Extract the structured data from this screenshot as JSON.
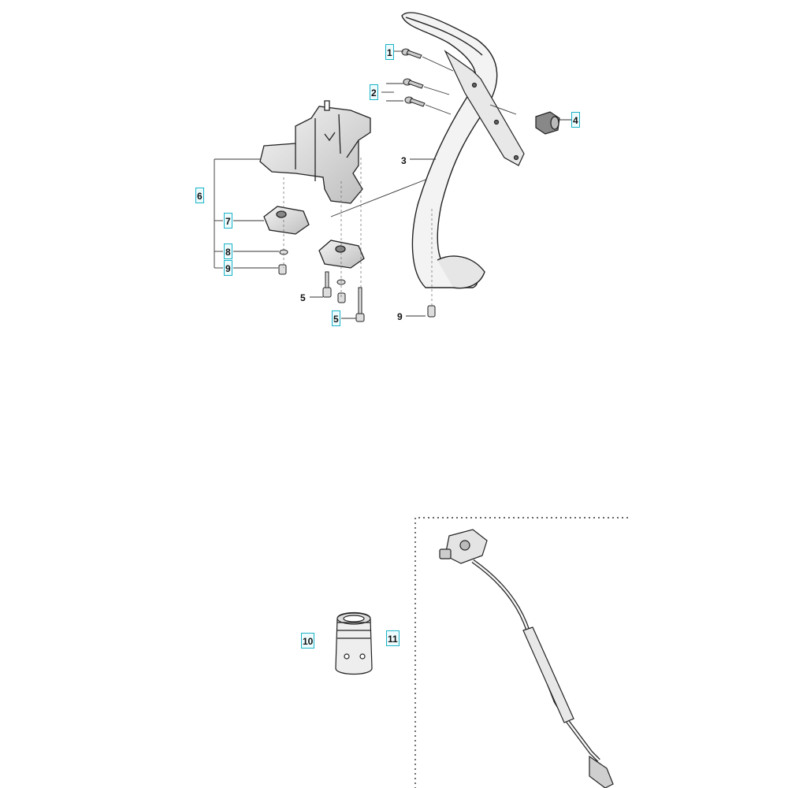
{
  "callouts": {
    "c1": "1",
    "c2": "2",
    "c3": "3",
    "c4": "4",
    "c5a": "5",
    "c5b": "5",
    "c6": "6",
    "c7": "7",
    "c8": "8",
    "c9a": "9",
    "c9b": "9",
    "c10": "10",
    "c11": "11"
  },
  "colors": {
    "callout_border": "#1ab3c8",
    "line": "#333333",
    "part_fill": "#e6e6e6"
  }
}
